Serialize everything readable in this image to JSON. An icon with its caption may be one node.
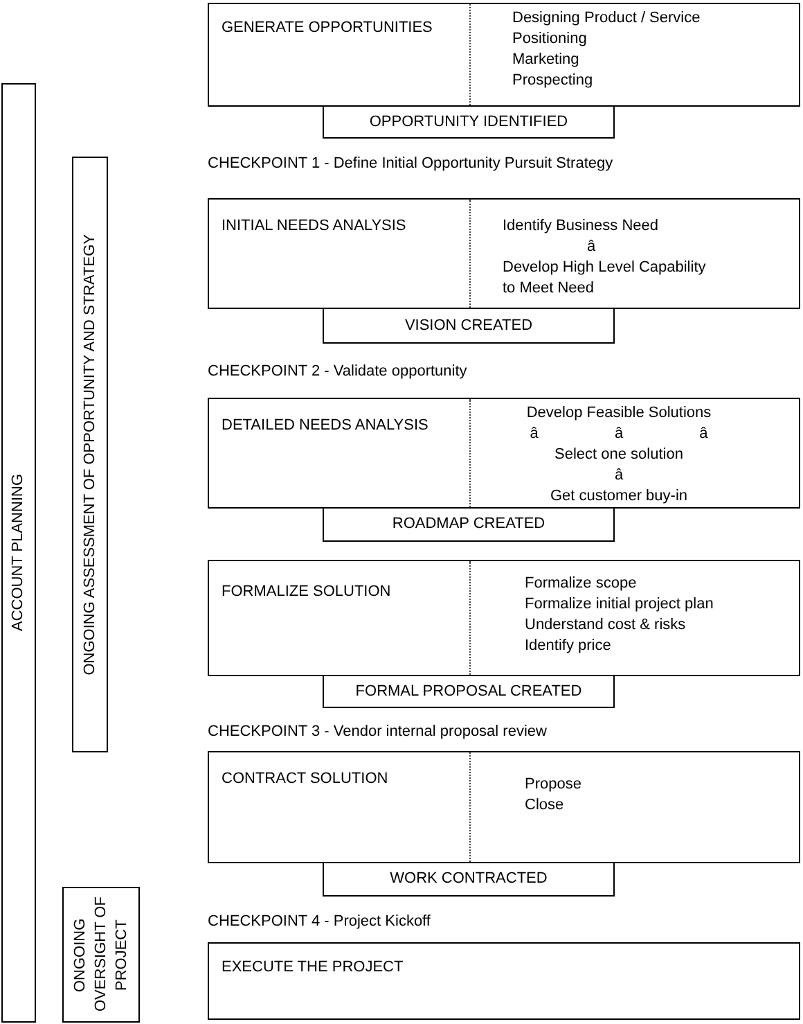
{
  "diagram": {
    "nodes": [
      {
        "text": [
          "ACCOUNT PLANNING"
        ]
      },
      {
        "text": [
          "ONGOING ASSESSMENT OF OPPORTUNITY AND STRATEGY"
        ]
      },
      {
        "text": [
          "ONGOING OVERSIGHT OF PROJECT"
        ]
      },
      {
        "text": [
          "GENERATE OPPORTUNITIES",
          "Designing Product / Service",
          "Positioning",
          "Marketing",
          "Prospecting"
        ]
      },
      {
        "text": [
          "OPPORTUNITY IDENTIFIED"
        ]
      },
      {
        "text": [
          "INITIAL NEEDS ANALYSIS",
          "Identify Business Need",
          "â",
          "Develop High Level Capability to Meet Need"
        ]
      },
      {
        "text": [
          "VISION CREATED"
        ]
      },
      {
        "text": [
          "DETAILED NEEDS ANALYSIS",
          "Develop Feasible Solutions",
          "â â â",
          "Select one solution",
          "â",
          "Get customer buy-in"
        ]
      },
      {
        "text": [
          "ROADMAP CREATED"
        ]
      },
      {
        "text": [
          "FORMALIZE SOLUTION",
          "Formalize scope",
          "Formalize initial project plan",
          "Understand cost & risks",
          "Identify price"
        ]
      },
      {
        "text": [
          "FORMAL PROPOSAL CREATED"
        ]
      },
      {
        "text": [
          "CONTRACT SOLUTION",
          "Propose",
          "Close"
        ]
      },
      {
        "text": [
          "WORK CONTRACTED"
        ]
      },
      {
        "text": [
          "EXECUTE THE PROJECT"
        ]
      }
    ],
    "labels": [
      "CHECKPOINT 1 - Define Initial Opportunity Pursuit Strategy",
      "CHECKPOINT 2 - Validate opportunity",
      "CHECKPOINT 3 - Vendor internal proposal review",
      "CHECKPOINT 4 - Project Kickoff"
    ]
  }
}
